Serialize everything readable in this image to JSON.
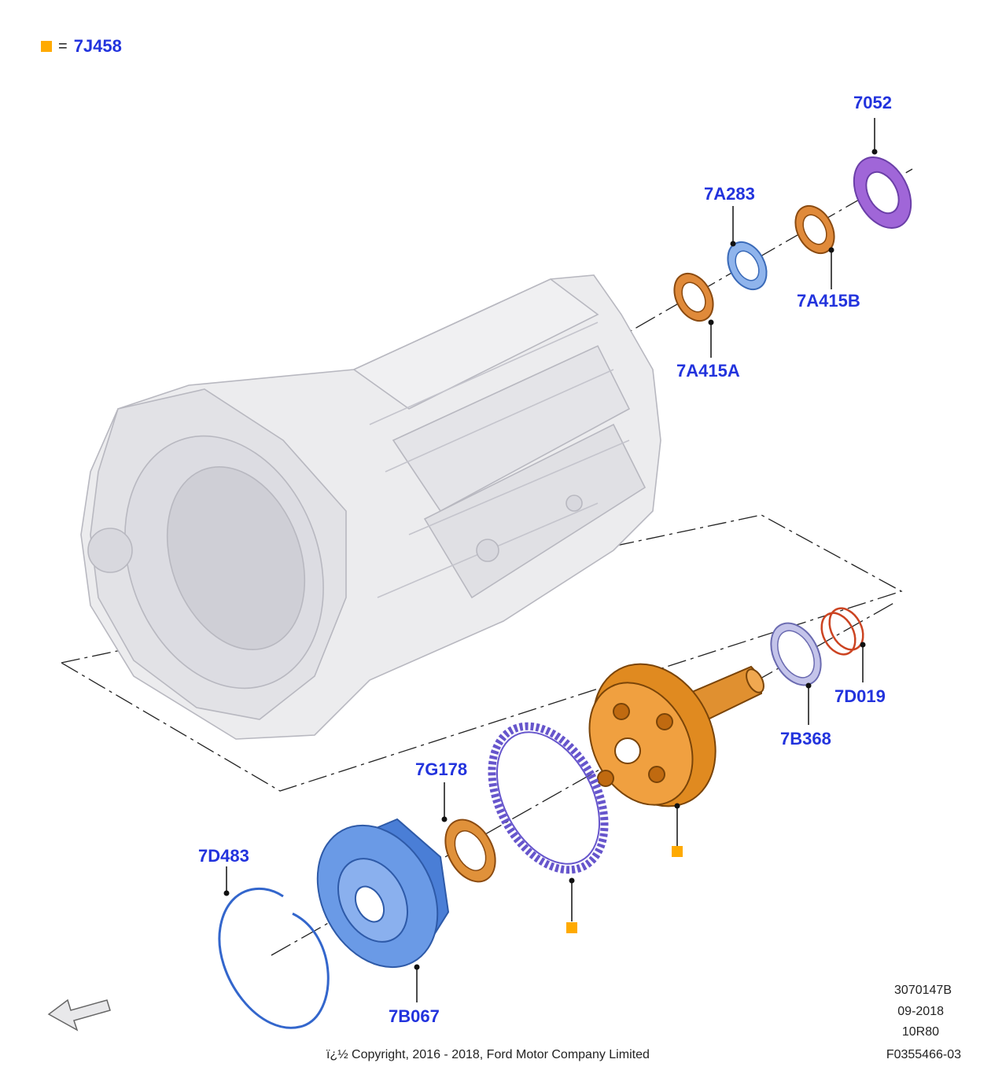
{
  "legend": {
    "marker_color": "#ffaa00",
    "equals": "=",
    "part_code": "7J458"
  },
  "parts": [
    {
      "code": "7052",
      "color": "#a066d8"
    },
    {
      "code": "7A283",
      "color": "#7fa8e8"
    },
    {
      "code": "7A415B",
      "color": "#d87a2a"
    },
    {
      "code": "7A415A",
      "color": "#d87a2a"
    },
    {
      "code": "7D019",
      "color": "#cc4422"
    },
    {
      "code": "7B368",
      "color": "#a0a0d8"
    },
    {
      "code": "7G178",
      "color": "#d87a2a"
    },
    {
      "code": "7D483",
      "color": "#3366cc"
    },
    {
      "code": "7B067",
      "color": "#5b8fe0"
    }
  ],
  "footer": {
    "doc_number": "3070147B",
    "date": "09-2018",
    "model": "10R80",
    "figure_id": "F0355466-03",
    "copyright": "ï¿½ Copyright, 2016 - 2018, Ford Motor Company Limited"
  },
  "colors": {
    "label_blue": "#2233dd",
    "housing_gray": "#e8e8e8",
    "gear_orange": "#e08a20",
    "ring_purple": "#6655cc"
  }
}
